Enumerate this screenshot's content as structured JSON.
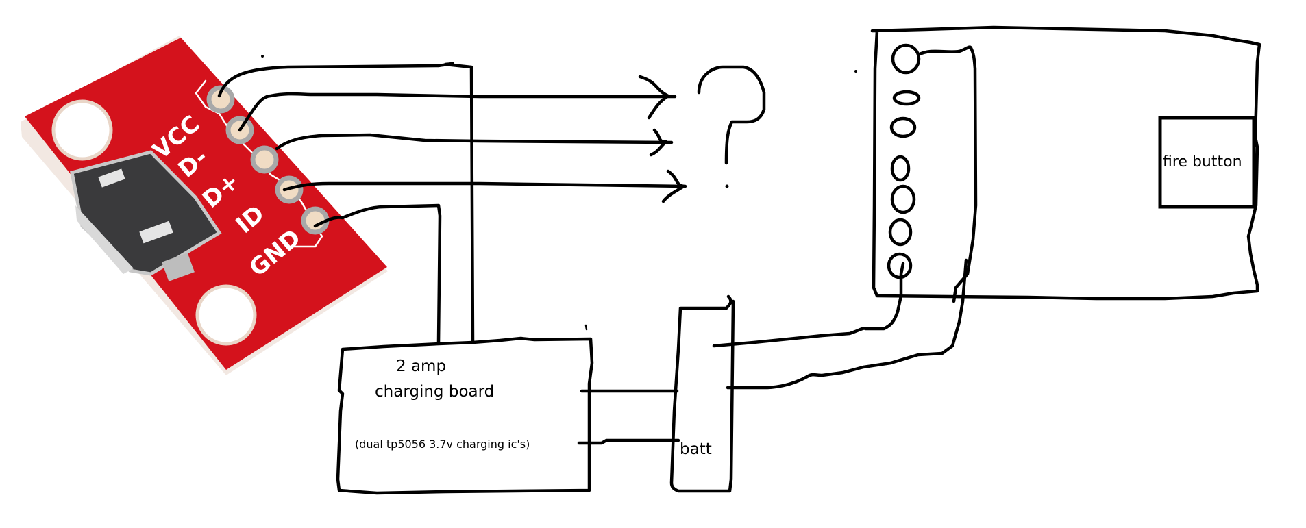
{
  "diagram": {
    "usb_breakout": {
      "pins": [
        "VCC",
        "D-",
        "D+",
        "ID",
        "GND"
      ],
      "colors": {
        "pcb": "#d4121c",
        "pcb_dark": "#b50d16",
        "silk": "#ffffff",
        "pad": "#f0dcc4",
        "pad_ring": "#a8a8a8",
        "connector": "#3a3a3c"
      }
    },
    "unknown_target": {
      "symbol": "?"
    },
    "charging_board": {
      "title_line1": "2 amp",
      "title_line2": "charging board",
      "note": "(dual tp5056 3.7v charging ic's)"
    },
    "battery": {
      "label": "batt"
    },
    "device_board": {
      "contacts": 7,
      "fire_button_label": "fire button"
    },
    "ink_color": "#000000"
  }
}
